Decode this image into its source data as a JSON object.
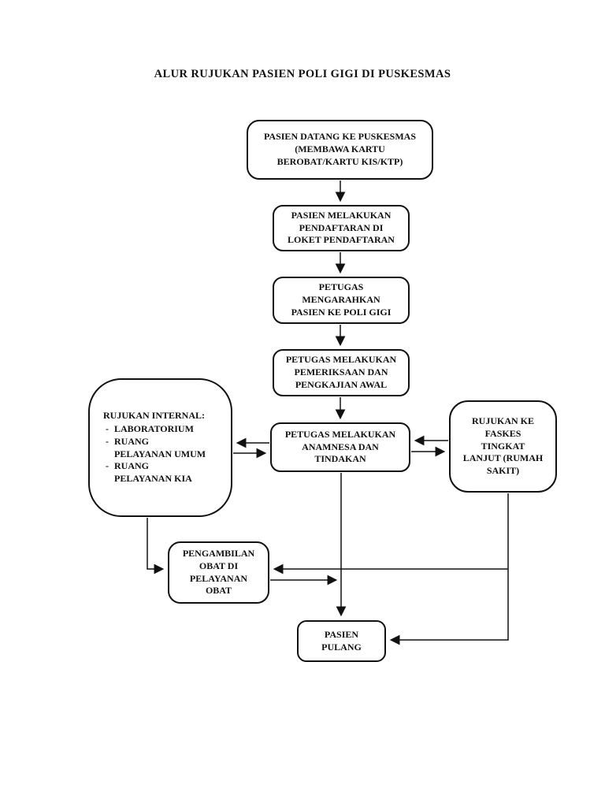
{
  "title": "ALUR RUJUKAN PASIEN POLI GIGI DI PUSKESMAS",
  "flowchart": {
    "nodes": {
      "datang": {
        "label": "PASIEN DATANG KE PUSKESMAS\n(MEMBAWA KARTU\nBEROBAT/KARTU KIS/KTP)"
      },
      "pendaftaran": {
        "label": "PASIEN MELAKUKAN\nPENDAFTARAN DI\nLOKET PENDAFTARAN"
      },
      "mengarahkan": {
        "label": "PETUGAS\nMENGARAHKAN\nPASIEN KE POLI GIGI"
      },
      "pemeriksaan": {
        "label": "PETUGAS MELAKUKAN\nPEMERIKSAAN DAN\nPENGKAJIAN AWAL"
      },
      "anamnesa": {
        "label": "PETUGAS MELAKUKAN\nANAMNESA DAN\nTINDAKAN"
      },
      "rujukan_internal": {
        "heading": "RUJUKAN INTERNAL:",
        "marker": "-",
        "items": [
          "LABORATORIUM",
          "RUANG\nPELAYANAN UMUM",
          "RUANG\nPELAYANAN KIA"
        ]
      },
      "rujukan_faskes": {
        "label": "RUJUKAN KE\nFASKES\nTINGKAT\nLANJUT (RUMAH\nSAKIT)"
      },
      "pengambilan_obat": {
        "label": "PENGAMBILAN\nOBAT DI\nPELAYANAN\nOBAT"
      },
      "pasien_pulang": {
        "label": "PASIEN\nPULANG"
      }
    },
    "edges": [
      "datang -> pendaftaran",
      "pendaftaran -> mengarahkan",
      "mengarahkan -> pemeriksaan",
      "pemeriksaan -> anamnesa",
      "anamnesa -> rujukan_internal",
      "rujukan_internal -> anamnesa",
      "rujukan_faskes -> anamnesa",
      "anamnesa -> rujukan_faskes",
      "rujukan_internal -> pengambilan_obat",
      "rujukan_faskes -> pengambilan_obat",
      "pengambilan_obat -> pasien_pulang_line",
      "anamnesa -> pasien_pulang",
      "rujukan_faskes -> pasien_pulang"
    ]
  },
  "colors": {
    "background": "#ffffff",
    "line": "#111111",
    "box_border": "#111111",
    "text": "#111111"
  }
}
